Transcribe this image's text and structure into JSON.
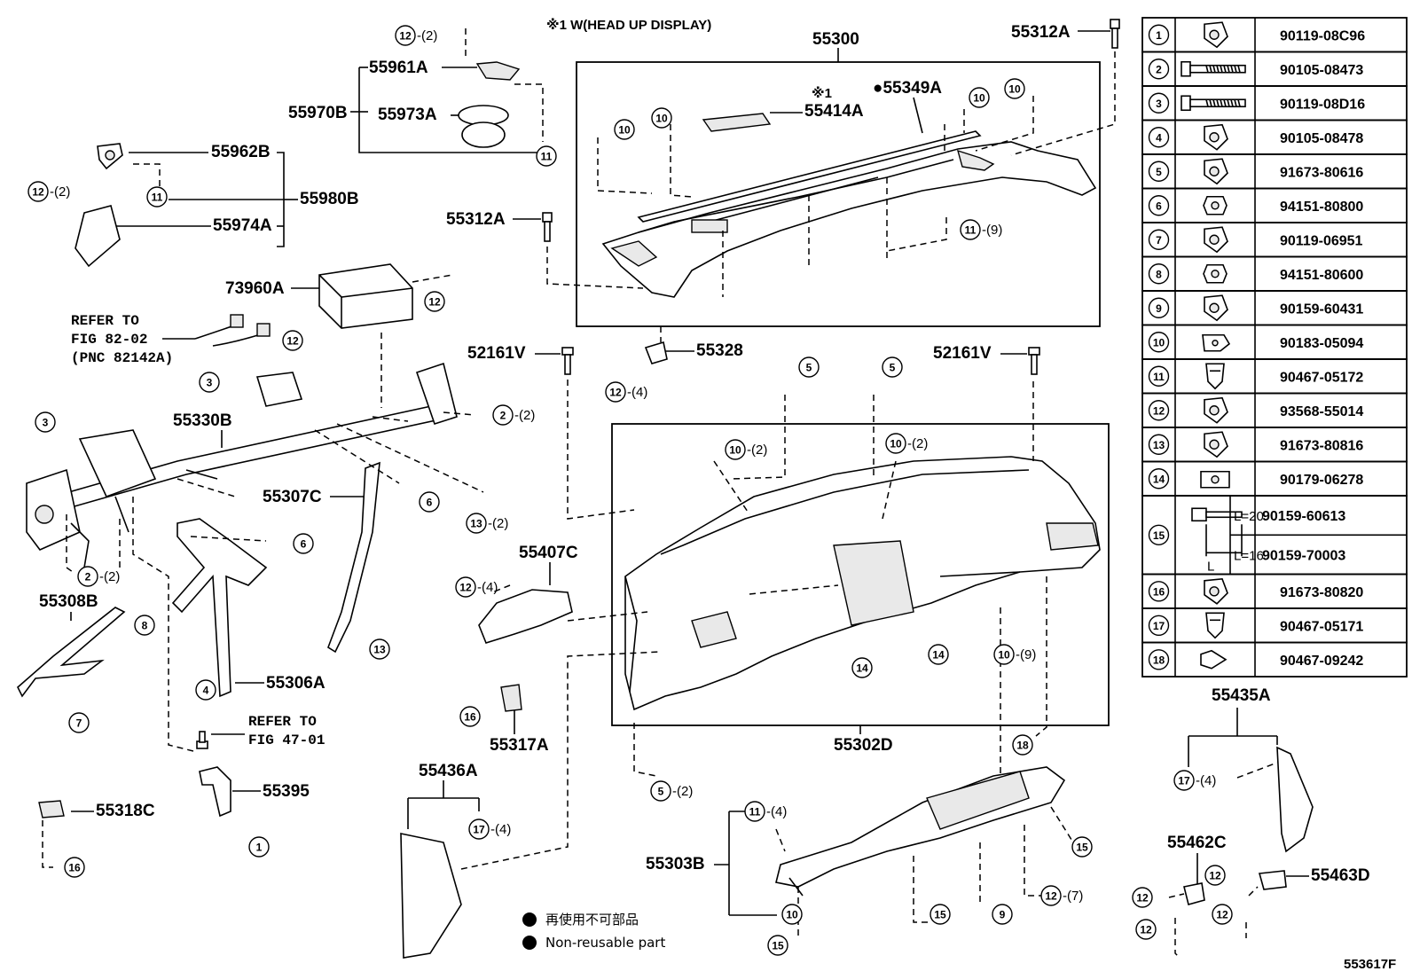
{
  "note_top": "※1  W(HEAD UP DISPLAY)",
  "doc_code": "553617F",
  "legend": {
    "line1": "再使用不可部品",
    "line2": "Non-reusable part"
  },
  "parts": {
    "p55300": "55300",
    "p55312A_top": "55312A",
    "p55312A_left": "55312A",
    "p55349A": "●55349A",
    "p55414A": "55414A",
    "note_ref1": "※1",
    "p55961A": "55961A",
    "p55970B": "55970B",
    "p55973A": "55973A",
    "p55962B": "55962B",
    "p55980B": "55980B",
    "p55974A": "55974A",
    "p73960A": "73960A",
    "p52161V_left": "52161V",
    "p52161V_right": "52161V",
    "p55328": "55328",
    "p55330B": "55330B",
    "p55307C": "55307C",
    "p55407C": "55407C",
    "p55308B": "55308B",
    "p55306A": "55306A",
    "p55395": "55395",
    "p55318C": "55318C",
    "p55317A": "55317A",
    "p55436A": "55436A",
    "p55302D": "55302D",
    "p55303B": "55303B",
    "p55435A": "55435A",
    "p55462C": "55462C",
    "p55463D": "55463D"
  },
  "refers": {
    "r1_line1": "REFER TO",
    "r1_line2": "FIG 82-02",
    "r1_line3": "(PNC 82142A)",
    "r2_line1": "REFER TO",
    "r2_line2": "FIG 47-01"
  },
  "callouts": {
    "c12_2_top": {
      "n": "12",
      "q": "-(2)"
    },
    "c11_top": {
      "n": "11"
    },
    "c12_2_left": {
      "n": "12",
      "q": "-(2)"
    },
    "c11_mid": {
      "n": "11"
    },
    "c12_airbag_r": {
      "n": "12"
    },
    "c12_airbag_l": {
      "n": "12"
    },
    "c10_a": {
      "n": "10"
    },
    "c10_b": {
      "n": "10"
    },
    "c10_c": {
      "n": "10"
    },
    "c10_d": {
      "n": "10"
    },
    "c11_9": {
      "n": "11",
      "q": "-(9)"
    },
    "c12_4_55328": {
      "n": "12",
      "q": "-(4)"
    },
    "c3_a": {
      "n": "3"
    },
    "c3_b": {
      "n": "3"
    },
    "c2_2_r": {
      "n": "2",
      "q": "-(2)"
    },
    "c6_a": {
      "n": "6"
    },
    "c13_2": {
      "n": "13",
      "q": "-(2)"
    },
    "c6_b": {
      "n": "6"
    },
    "c2_2_b": {
      "n": "2",
      "q": "-(2)"
    },
    "c8": {
      "n": "8"
    },
    "c7": {
      "n": "7"
    },
    "c4": {
      "n": "4"
    },
    "c13": {
      "n": "13"
    },
    "c1": {
      "n": "1"
    },
    "c16_a": {
      "n": "16"
    },
    "c16_b": {
      "n": "16"
    },
    "c12_4_55407": {
      "n": "12",
      "q": "-(4)"
    },
    "c5_a": {
      "n": "5"
    },
    "c5_b": {
      "n": "5"
    },
    "c10_2_a": {
      "n": "10",
      "q": "-(2)"
    },
    "c10_2_b": {
      "n": "10",
      "q": "-(2)"
    },
    "c14_a": {
      "n": "14"
    },
    "c14_b": {
      "n": "14"
    },
    "c10_9": {
      "n": "10",
      "q": "-(9)"
    },
    "c18": {
      "n": "18"
    },
    "c5_2": {
      "n": "5",
      "q": "-(2)"
    },
    "c17_4_a": {
      "n": "17",
      "q": "-(4)"
    },
    "c11_4": {
      "n": "11",
      "q": "-(4)"
    },
    "c10_e": {
      "n": "10"
    },
    "c15_a": {
      "n": "15"
    },
    "c15_b": {
      "n": "15"
    },
    "c15_c": {
      "n": "15"
    },
    "c9": {
      "n": "9"
    },
    "c12_7": {
      "n": "12",
      "q": "-(7)"
    },
    "c17_4_b": {
      "n": "17",
      "q": "-(4)"
    },
    "c12_x1": {
      "n": "12"
    },
    "c12_x2": {
      "n": "12"
    },
    "c12_x3": {
      "n": "12"
    },
    "c12_x4": {
      "n": "12"
    }
  },
  "fastener_table": [
    {
      "n": "1",
      "pn": "90119-08C96",
      "icon": "flange-bolt-icon"
    },
    {
      "n": "2",
      "pn": "90105-08473",
      "icon": "long-bolt-icon"
    },
    {
      "n": "3",
      "pn": "90119-08D16",
      "icon": "long-bolt-icon"
    },
    {
      "n": "4",
      "pn": "90105-08478",
      "icon": "flange-bolt-icon"
    },
    {
      "n": "5",
      "pn": "91673-80616",
      "icon": "flange-bolt-icon"
    },
    {
      "n": "6",
      "pn": "94151-80800",
      "icon": "nut-icon"
    },
    {
      "n": "7",
      "pn": "90119-06951",
      "icon": "flange-bolt-icon"
    },
    {
      "n": "8",
      "pn": "94151-80600",
      "icon": "nut-icon"
    },
    {
      "n": "9",
      "pn": "90159-60431",
      "icon": "flange-bolt-icon"
    },
    {
      "n": "10",
      "pn": "90183-05094",
      "icon": "clip-nut-icon"
    },
    {
      "n": "11",
      "pn": "90467-05172",
      "icon": "push-clip-icon"
    },
    {
      "n": "12",
      "pn": "93568-55014",
      "icon": "flange-bolt-icon"
    },
    {
      "n": "13",
      "pn": "91673-80816",
      "icon": "flange-bolt-icon"
    },
    {
      "n": "14",
      "pn": "90179-06278",
      "icon": "u-nut-icon"
    },
    {
      "n": "15",
      "pn_a": "90159-60613",
      "pn_b": "90159-70003",
      "len_a": "L=20",
      "len_b": "L=16",
      "len_label": "L",
      "icon": "screw-length-icon"
    },
    {
      "n": "16",
      "pn": "91673-80820",
      "icon": "flange-bolt-icon"
    },
    {
      "n": "17",
      "pn": "90467-05171",
      "icon": "push-clip-icon"
    },
    {
      "n": "18",
      "pn": "90467-09242",
      "icon": "pin-clip-icon"
    }
  ]
}
